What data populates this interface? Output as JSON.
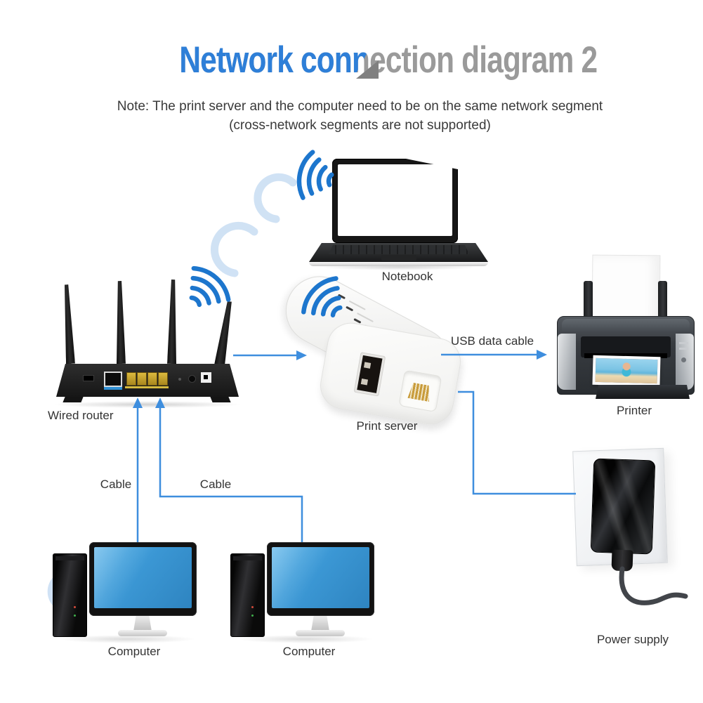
{
  "title": {
    "text": "Network connection diagram 2"
  },
  "note": {
    "line1": "Note: The print server and the computer need to be on the same network segment",
    "line2": "(cross-network segments are not supported)"
  },
  "labels": {
    "notebook": "Notebook",
    "wired_router": "Wired router",
    "print_server": "Print server",
    "printer": "Printer",
    "power_supply": "Power supply",
    "computer_1": "Computer",
    "computer_2": "Computer",
    "cable_1": "Cable",
    "cable_2": "Cable",
    "usb_data_cable": "USB data cable"
  },
  "colors": {
    "title_blue": "#2e7fd8",
    "title_gray": "#9a9a9a",
    "connector_blue": "#3e8ede",
    "wifi_blue": "#1d76cd",
    "wifi_faint_blue": "#c8ddf3",
    "monitor_screen_blue": "#3b97d4",
    "text_dark": "#333333"
  }
}
